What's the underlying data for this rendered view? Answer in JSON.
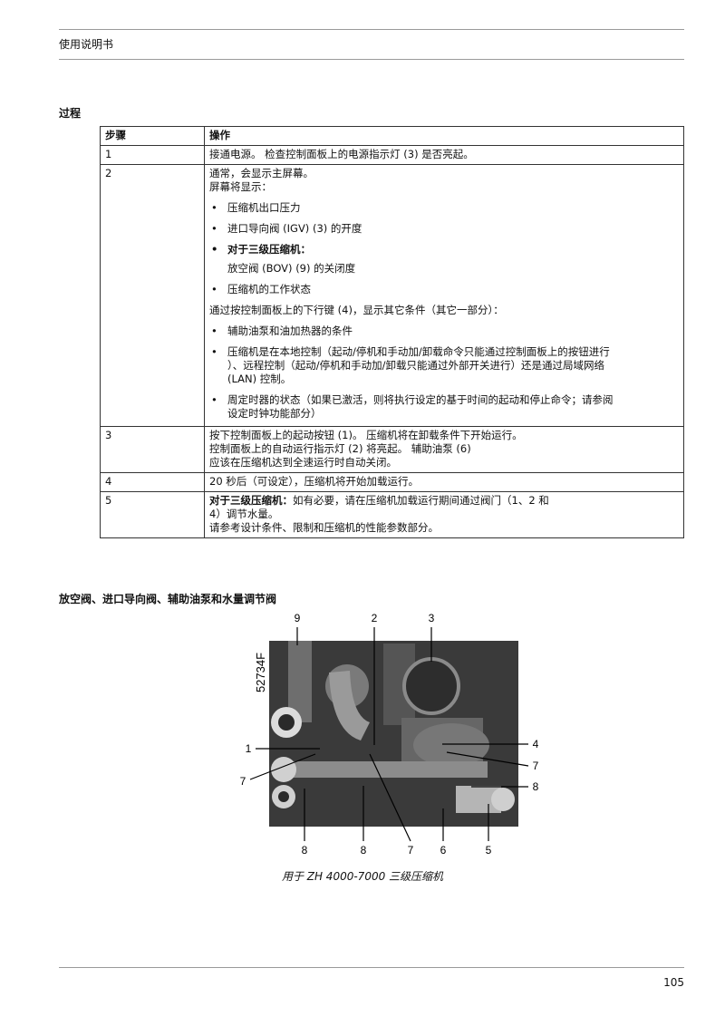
{
  "header": {
    "title": "使用说明书"
  },
  "section": {
    "title": "过程"
  },
  "table": {
    "headers": [
      "步骤",
      "操作"
    ],
    "rows": {
      "r1": {
        "step": "1",
        "text": "接通电源。 检查控制面板上的电源指示灯 (3) 是否亮起。"
      },
      "r2": {
        "step": "2",
        "intro1": "通常，会显示主屏幕。",
        "intro2": "屏幕将显示：",
        "b1": "压缩机出口压力",
        "b2": "进口导向阀 (IGV) (3) 的开度",
        "b3": "对于三级压缩机：",
        "b3_sub": "放空阀 (BOV) (9) 的关闭度",
        "b4": "压缩机的工作状态",
        "para": "通过按控制面板上的下行键 (4)，显示其它条件（其它一部分）：",
        "b5": "辅助油泵和油加热器的条件",
        "b6_l1": "压缩机是在本地控制（起动/停机和手动加/卸载命令只能通过控制面板上的按钮进行",
        "b6_l2": "）、远程控制（起动/停机和手动加/卸载只能通过外部开关进行）还是通过局域网络",
        "b6_l3": "(LAN) 控制。",
        "b7_l1": "周定时器的状态（如果已激活，则将执行设定的基于时间的起动和停止命令；请参阅",
        "b7_l2": "设定时钟功能部分）"
      },
      "r3": {
        "step": "3",
        "l1": "按下控制面板上的起动按钮 (1)。 压缩机将在卸载条件下开始运行。",
        "l2": "控制面板上的自动运行指示灯 (2) 将亮起。 辅助油泵 (6)",
        "l3": "应该在压缩机达到全速运行时自动关闭。"
      },
      "r4": {
        "step": "4",
        "text": "20 秒后（可设定），压缩机将开始加载运行。"
      },
      "r5": {
        "step": "5",
        "bold": "对于三级压缩机：",
        "l1_rest": "如有必要，请在压缩机加载运行期间通过阀门（1、2 和",
        "l2": "4）调节水量。",
        "l3": "请参考设计条件、限制和压缩机的性能参数部分。"
      }
    }
  },
  "figure_section": {
    "title": "放空阀、进口导向阀、辅助油泵和水量调节阀"
  },
  "figure": {
    "image_id": "52734F",
    "callouts": {
      "top_9": "9",
      "top_2": "2",
      "top_3": "3",
      "left_1": "1",
      "left_7": "7",
      "right_4": "4",
      "right_7": "7",
      "right_8": "8",
      "bottom_8a": "8",
      "bottom_8b": "8",
      "bottom_7": "7",
      "bottom_6": "6",
      "bottom_5": "5"
    }
  },
  "caption": "用于 ZH 4000-7000 三级压缩机",
  "page_number": "105"
}
